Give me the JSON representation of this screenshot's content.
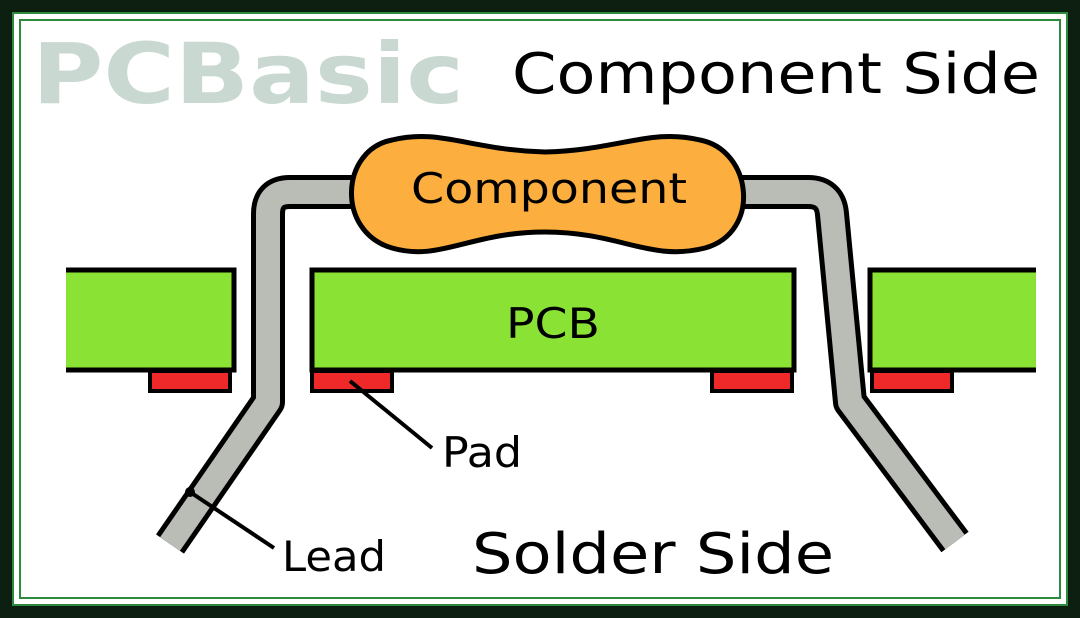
{
  "logo": {
    "text": "PCBasic",
    "color": "#c9d9d1"
  },
  "labels": {
    "component_side": "Component Side",
    "component": "Component",
    "pcb": "PCB",
    "pad": "Pad",
    "lead": "Lead",
    "solder_side": "Solder Side"
  },
  "colors": {
    "frame_outer": "#0d1f10",
    "frame_line": "#2e8b3e",
    "background": "#ffffff",
    "pcb_fill": "#8ae234",
    "pad_fill": "#ef2929",
    "component_fill": "#fcaf3e",
    "lead_fill": "#babdb6",
    "stroke": "#000000"
  }
}
